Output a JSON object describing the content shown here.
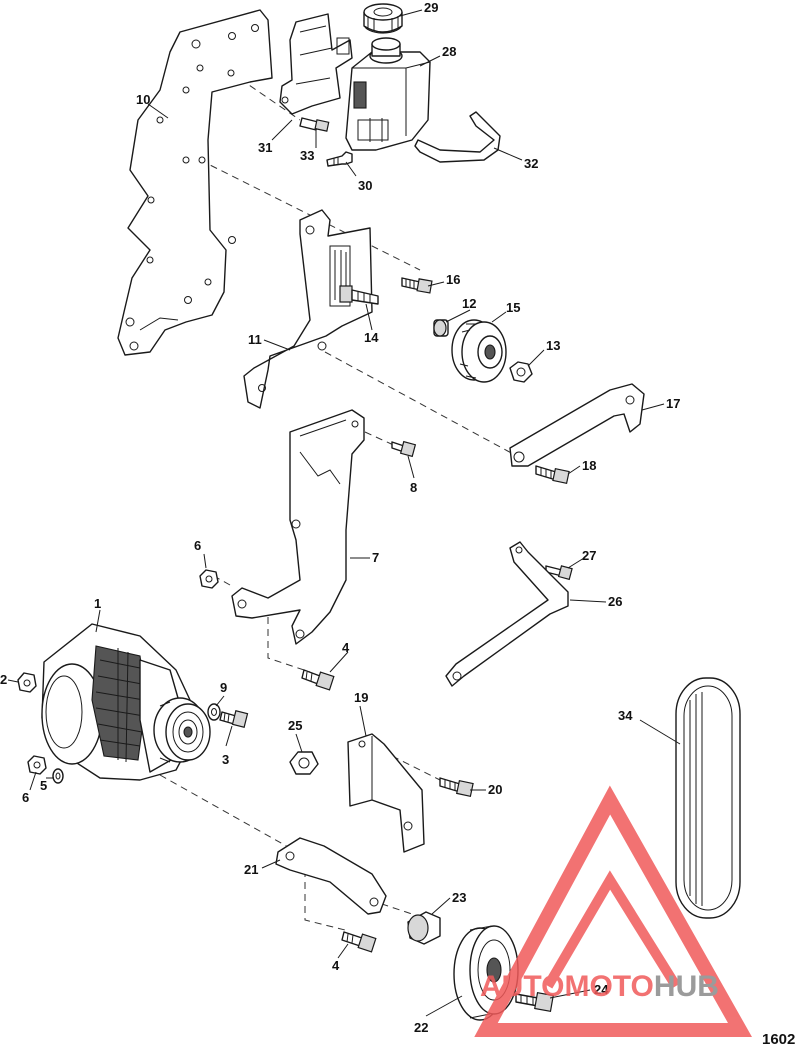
{
  "callouts": {
    "c1": "1",
    "c2": "2",
    "c3": "3",
    "c4a": "4",
    "c4b": "4",
    "c5": "5",
    "c6a": "6",
    "c6b": "6",
    "c7": "7",
    "c8": "8",
    "c9": "9",
    "c10": "10",
    "c11": "11",
    "c12": "12",
    "c13": "13",
    "c14": "14",
    "c15": "15",
    "c16": "16",
    "c17": "17",
    "c18": "18",
    "c19": "19",
    "c20": "20",
    "c21": "21",
    "c22": "22",
    "c23": "23",
    "c24": "24",
    "c25": "25",
    "c26": "26",
    "c27": "27",
    "c28": "28",
    "c29": "29",
    "c30": "30",
    "c31": "31",
    "c32": "32",
    "c33": "33",
    "c34": "34"
  },
  "watermark": {
    "part1": "AUTO",
    "part2": "MOTO",
    "part3": "HUB",
    "accent": "#f05a5a",
    "grey": "#8a8a8a"
  },
  "diagram_code": "1602"
}
